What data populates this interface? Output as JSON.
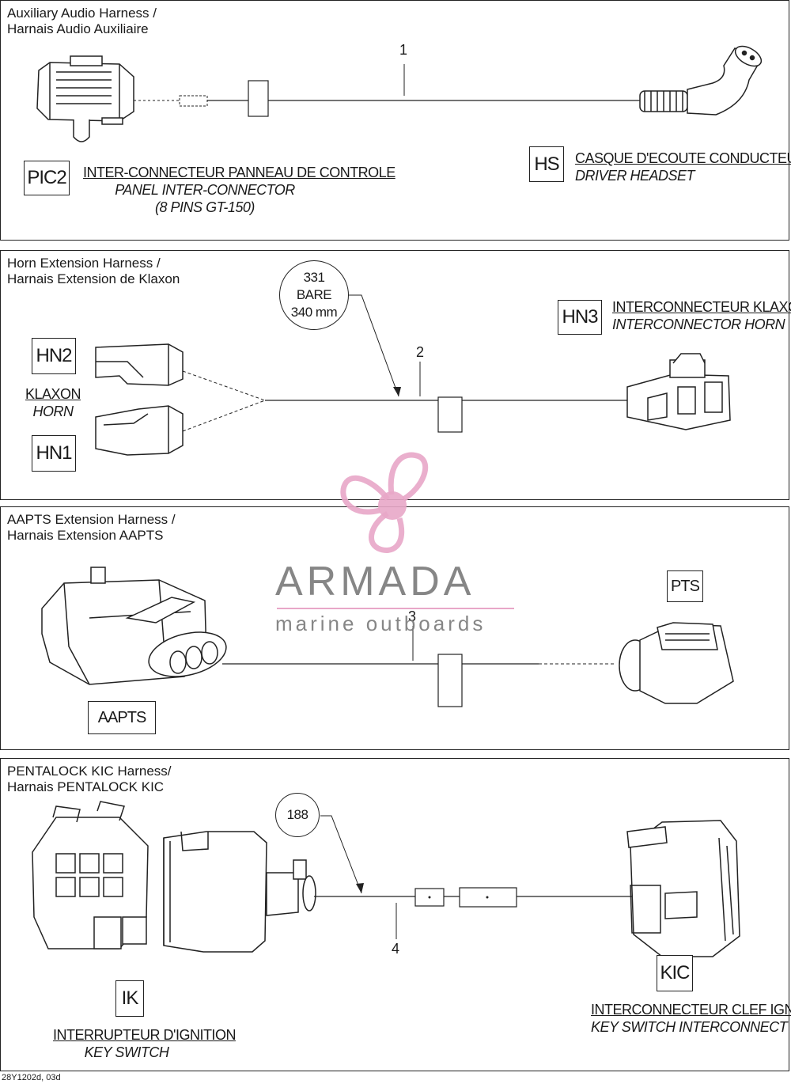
{
  "panels": [
    {
      "title": "Auxiliary Audio Harness /\nHarnais Audio Auxiliaire",
      "item": "1",
      "connectors": [
        {
          "code": "PIC2",
          "fr": "INTER-CONNECTEUR PANNEAU DE CONTROLE",
          "en": "PANEL INTER-CONNECTOR",
          "extra": "(8 PINS GT-150)"
        },
        {
          "code": "HS",
          "fr": "CASQUE D'ECOUTE CONDUCTEUR",
          "en": "DRIVER HEADSET"
        }
      ]
    },
    {
      "title": "Horn Extension Harness /\nHarnais Extension de Klaxon",
      "item": "2",
      "callout": [
        "331",
        "BARE",
        "340 mm"
      ],
      "connectors": [
        {
          "code": "HN2"
        },
        {
          "code": "HN1"
        },
        {
          "code": "HN3",
          "fr": "INTERCONNECTEUR KLAXON",
          "en": "INTERCONNECTOR HORN"
        }
      ],
      "horn_label_fr": "KLAXON",
      "horn_label_en": "HORN"
    },
    {
      "title": "AAPTS Extension Harness /\nHarnais Extension AAPTS",
      "item": "3",
      "connectors": [
        {
          "code": "PTS"
        },
        {
          "code": "AAPTS"
        }
      ]
    },
    {
      "title": "PENTALOCK KIC Harness/\nHarnais PENTALOCK KIC",
      "item": "4",
      "callout": [
        "188"
      ],
      "connectors": [
        {
          "code": "IK",
          "fr": "INTERRUPTEUR D'IGNITION",
          "en": "KEY SWITCH"
        },
        {
          "code": "KIC",
          "fr": "INTERCONNECTEUR CLEF IGNITION",
          "en": "KEY SWITCH INTERCONNECT"
        }
      ]
    }
  ],
  "watermark": {
    "brand": "ARMADA",
    "tagline": "marine outboards",
    "color": "#e8a7c8"
  },
  "footer": "28Y1202d, 03d"
}
